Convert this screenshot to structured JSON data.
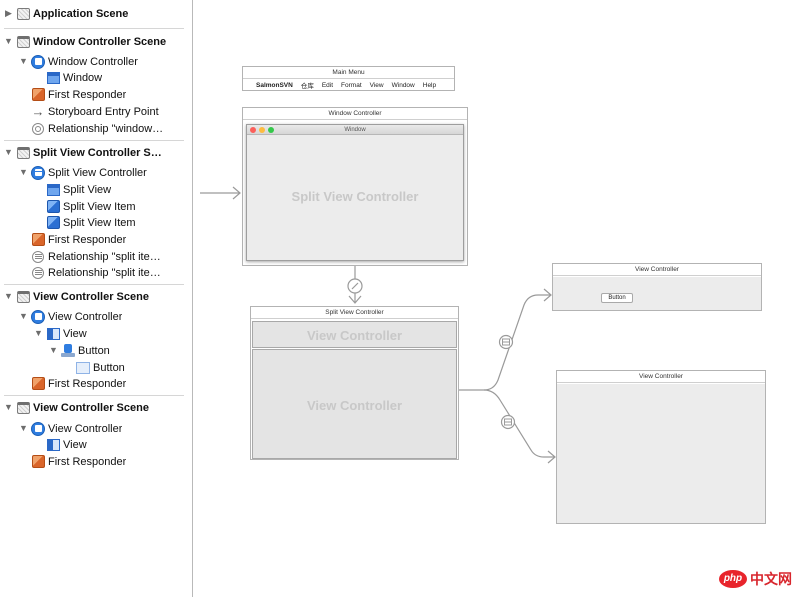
{
  "outline": {
    "items": [
      {
        "label": "Application Scene",
        "bold": true
      },
      {
        "label": "Window Controller Scene",
        "bold": true
      },
      {
        "label": "Window Controller"
      },
      {
        "label": "Window"
      },
      {
        "label": "First Responder"
      },
      {
        "label": "Storyboard Entry Point"
      },
      {
        "label": "Relationship \"window…"
      },
      {
        "label": "Split View Controller S…",
        "bold": true
      },
      {
        "label": "Split View Controller"
      },
      {
        "label": "Split View"
      },
      {
        "label": "Split View Item"
      },
      {
        "label": "Split View Item"
      },
      {
        "label": "First Responder"
      },
      {
        "label": "Relationship \"split ite…"
      },
      {
        "label": "Relationship \"split ite…"
      },
      {
        "label": "View Controller Scene",
        "bold": true
      },
      {
        "label": "View Controller"
      },
      {
        "label": "View"
      },
      {
        "label": "Button"
      },
      {
        "label": "Button"
      },
      {
        "label": "First Responder"
      },
      {
        "label": "View Controller Scene",
        "bold": true
      },
      {
        "label": "View Controller"
      },
      {
        "label": "View"
      },
      {
        "label": "First Responder"
      }
    ]
  },
  "canvas": {
    "main_menu": {
      "title": "Main Menu",
      "items": [
        "SalmonSVN",
        "仓库",
        "Edit",
        "Format",
        "View",
        "Window",
        "Help"
      ]
    },
    "window_controller": {
      "title": "Window Controller",
      "window_title": "Window",
      "content_label": "Split View Controller"
    },
    "split_view_controller": {
      "title": "Split View Controller",
      "top_pane_label": "View Controller",
      "bottom_pane_label": "View Controller"
    },
    "view_controller_top": {
      "title": "View Controller",
      "button_label": "Button"
    },
    "view_controller_bottom": {
      "title": "View Controller"
    }
  },
  "watermark": {
    "badge": "php",
    "text": "中文网"
  },
  "colors": {
    "accent_blue": "#2f7de0",
    "responder_orange": "#d9652a",
    "traffic_red": "#fc605b",
    "traffic_yellow": "#fdbc40",
    "traffic_green": "#34c84a",
    "watermark_red": "#e8242c"
  }
}
